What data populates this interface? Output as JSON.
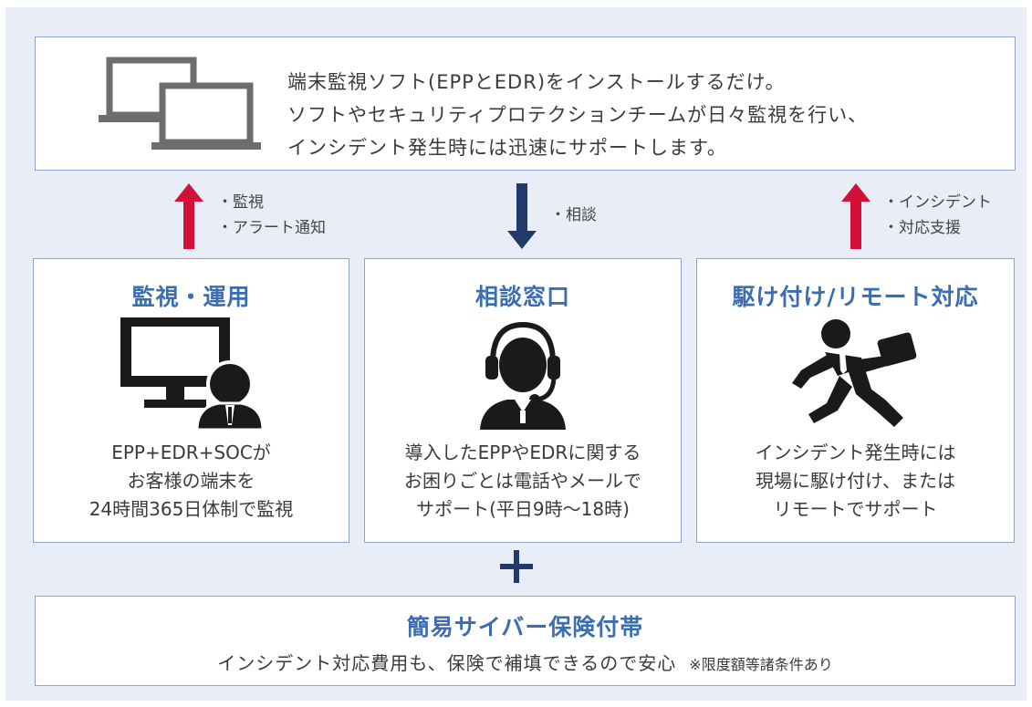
{
  "top": {
    "lines": [
      "端末監視ソフト(EPPとEDR)をインストールするだけ。",
      "ソフトやセキュリティプロテクションチームが日々監視を行い、",
      "インシデント発生時には迅速にサポートします。"
    ],
    "icon": "laptops-icon"
  },
  "arrows": [
    {
      "direction": "up",
      "color": "#d3103a",
      "notes": [
        "・監視",
        "・アラート通知"
      ]
    },
    {
      "direction": "down",
      "color": "#1f3a6b",
      "notes": [
        "・相談"
      ]
    },
    {
      "direction": "up",
      "color": "#d3103a",
      "notes": [
        "・インシデント",
        "・対応支援"
      ]
    }
  ],
  "cards": [
    {
      "title": "監視・運用",
      "icon": "monitoring-operator-icon",
      "desc": [
        "EPP+EDR+SOCが",
        "お客様の端末を",
        "24時間365日体制で監視"
      ]
    },
    {
      "title": "相談窓口",
      "icon": "headset-operator-icon",
      "desc": [
        "導入したEPPやEDRに関する",
        "お困りごとは電話やメールで",
        "サポート(平日9時～18時)"
      ]
    },
    {
      "title": "駆け付け/リモート対応",
      "icon": "running-businessman-icon",
      "desc": [
        "インシデント発生時には",
        "現場に駆け付け、または",
        "リモートでサポート"
      ]
    }
  ],
  "plus": "+",
  "bottom": {
    "title": "簡易サイバー保険付帯",
    "text": "インシデント対応費用も、保険で補填できるので安心",
    "note": "※限度額等諸条件あり"
  },
  "colors": {
    "accent": "#3d6db1",
    "border": "#8ea3cf",
    "background": "#e8edf7",
    "up_arrow": "#d3103a",
    "down_arrow": "#1f3a6b"
  }
}
